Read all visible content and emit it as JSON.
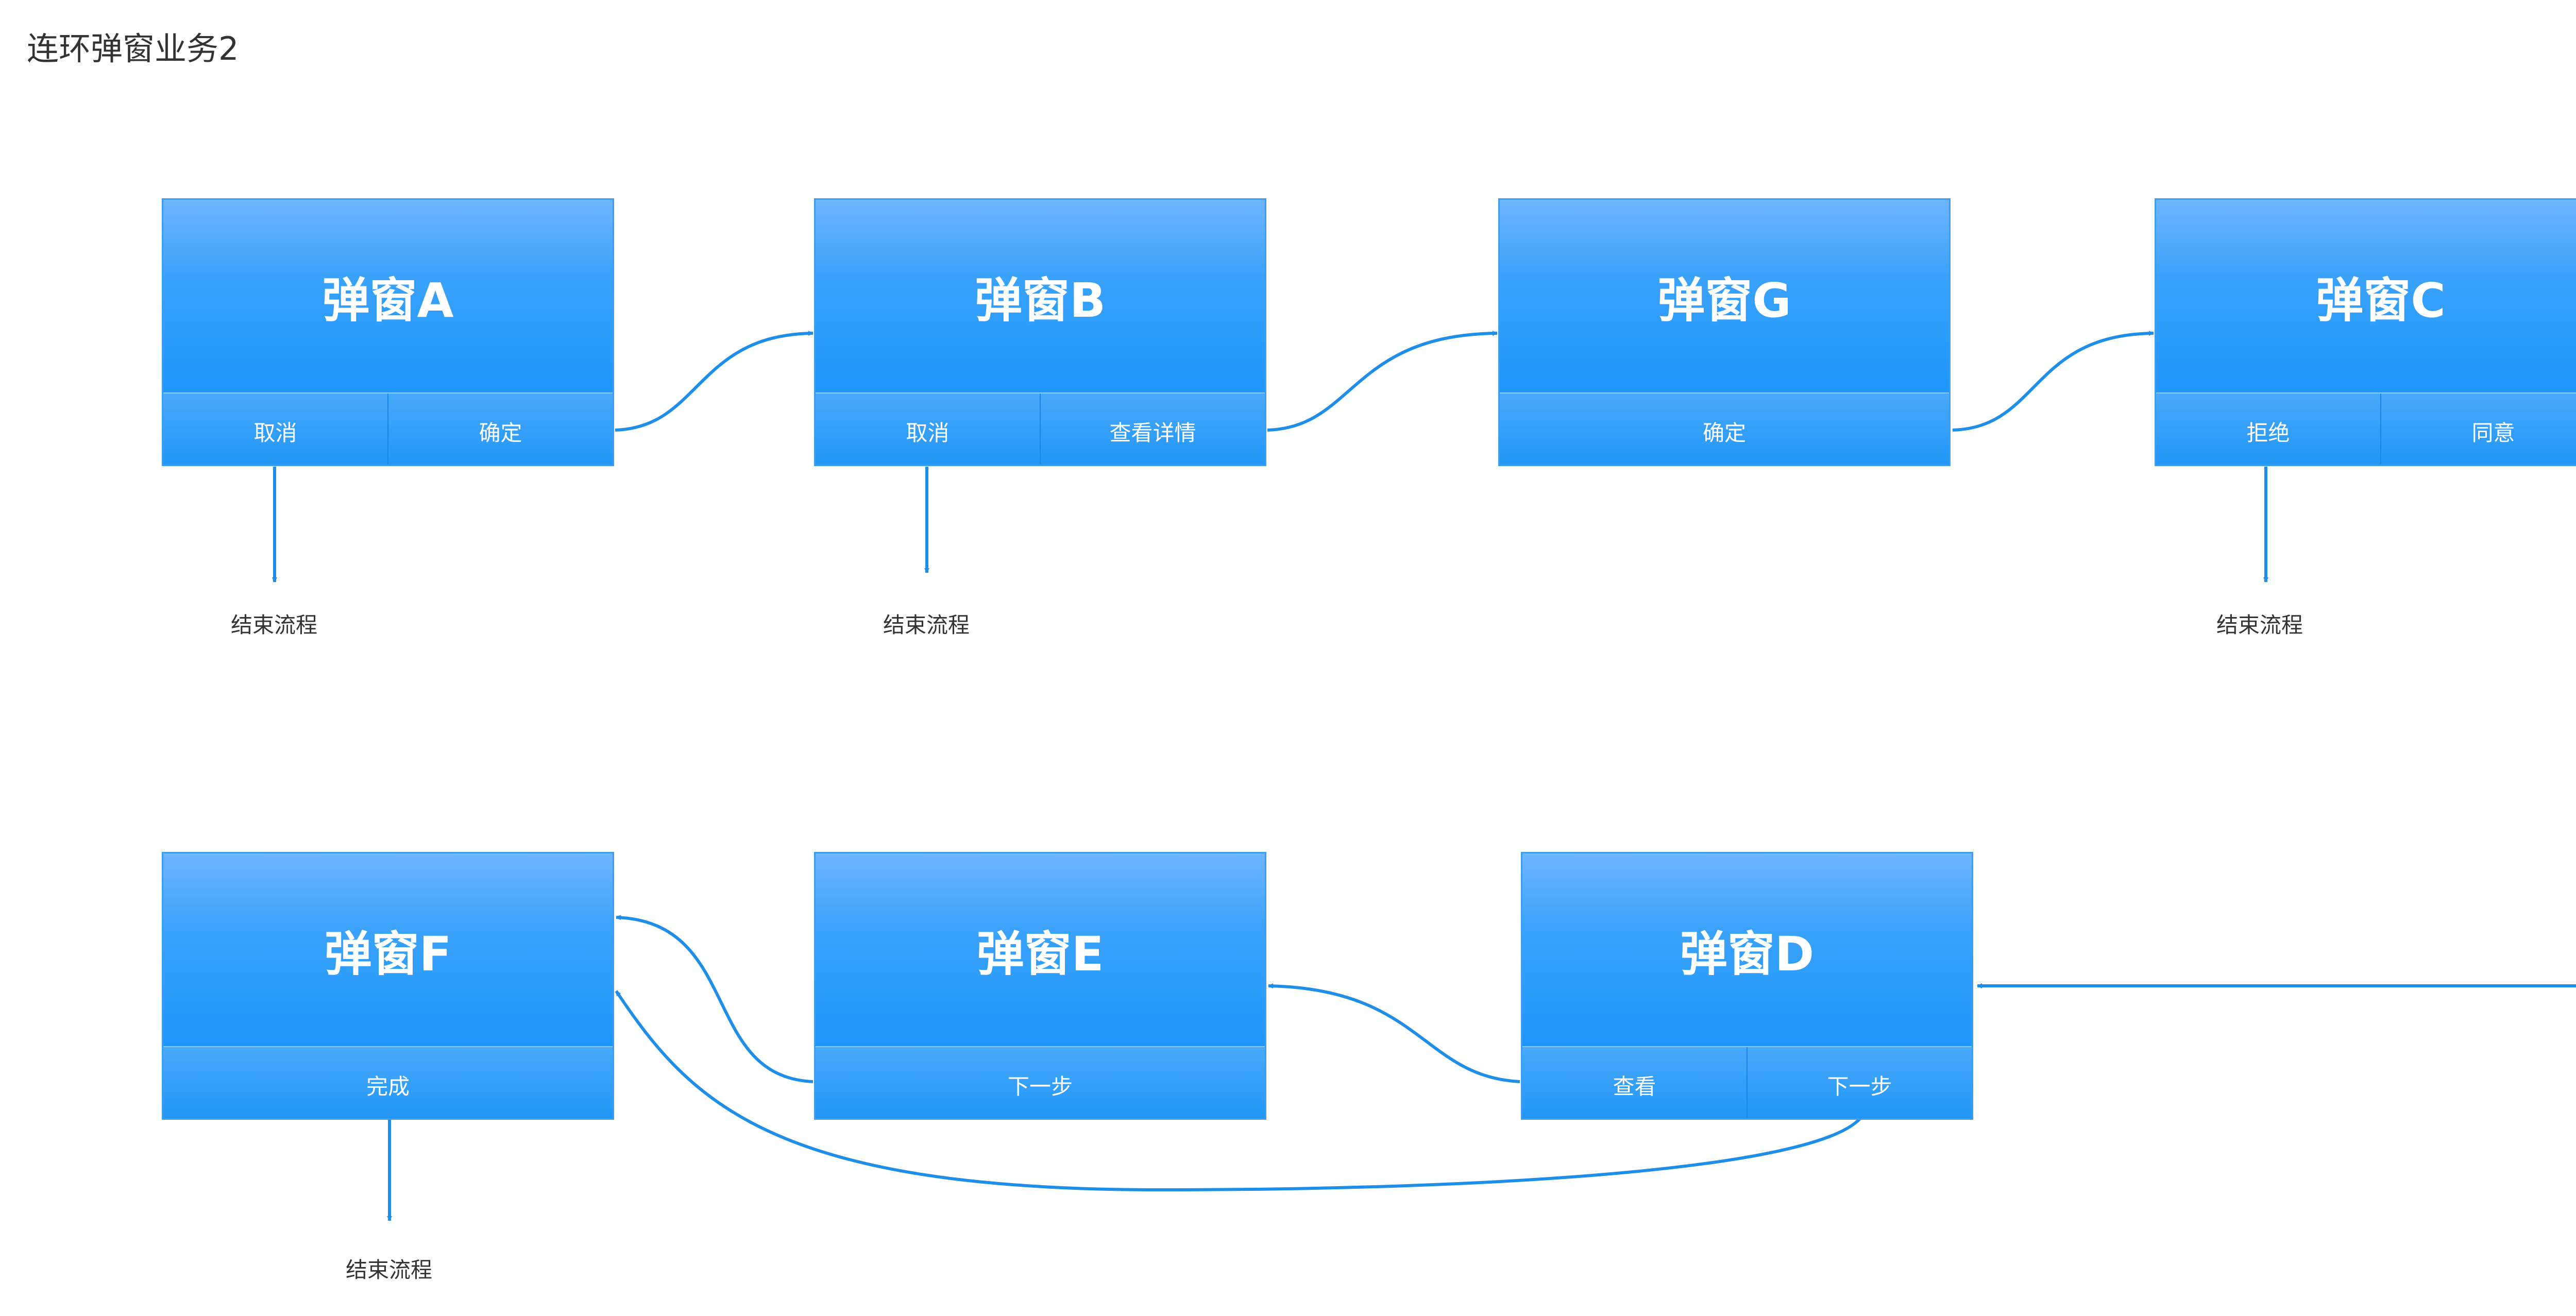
{
  "title": "连环弹窗业务2",
  "colors": {
    "accent": "#2196f3",
    "connector": "#1e8ee8",
    "text": "#333333"
  },
  "dialogs": {
    "a": {
      "title": "弹窗A",
      "buttons": [
        "取消",
        "确定"
      ]
    },
    "b": {
      "title": "弹窗B",
      "buttons": [
        "取消",
        "查看详情"
      ]
    },
    "g": {
      "title": "弹窗G",
      "buttons": [
        "确定"
      ]
    },
    "c": {
      "title": "弹窗C",
      "buttons": [
        "拒绝",
        "同意"
      ]
    },
    "d": {
      "title": "弹窗D",
      "buttons": [
        "查看",
        "下一步"
      ]
    },
    "e": {
      "title": "弹窗E",
      "buttons": [
        "下一步"
      ]
    },
    "f": {
      "title": "弹窗F",
      "buttons": [
        "完成"
      ]
    }
  },
  "end_labels": [
    "结束流程",
    "结束流程",
    "结束流程",
    "结束流程"
  ]
}
